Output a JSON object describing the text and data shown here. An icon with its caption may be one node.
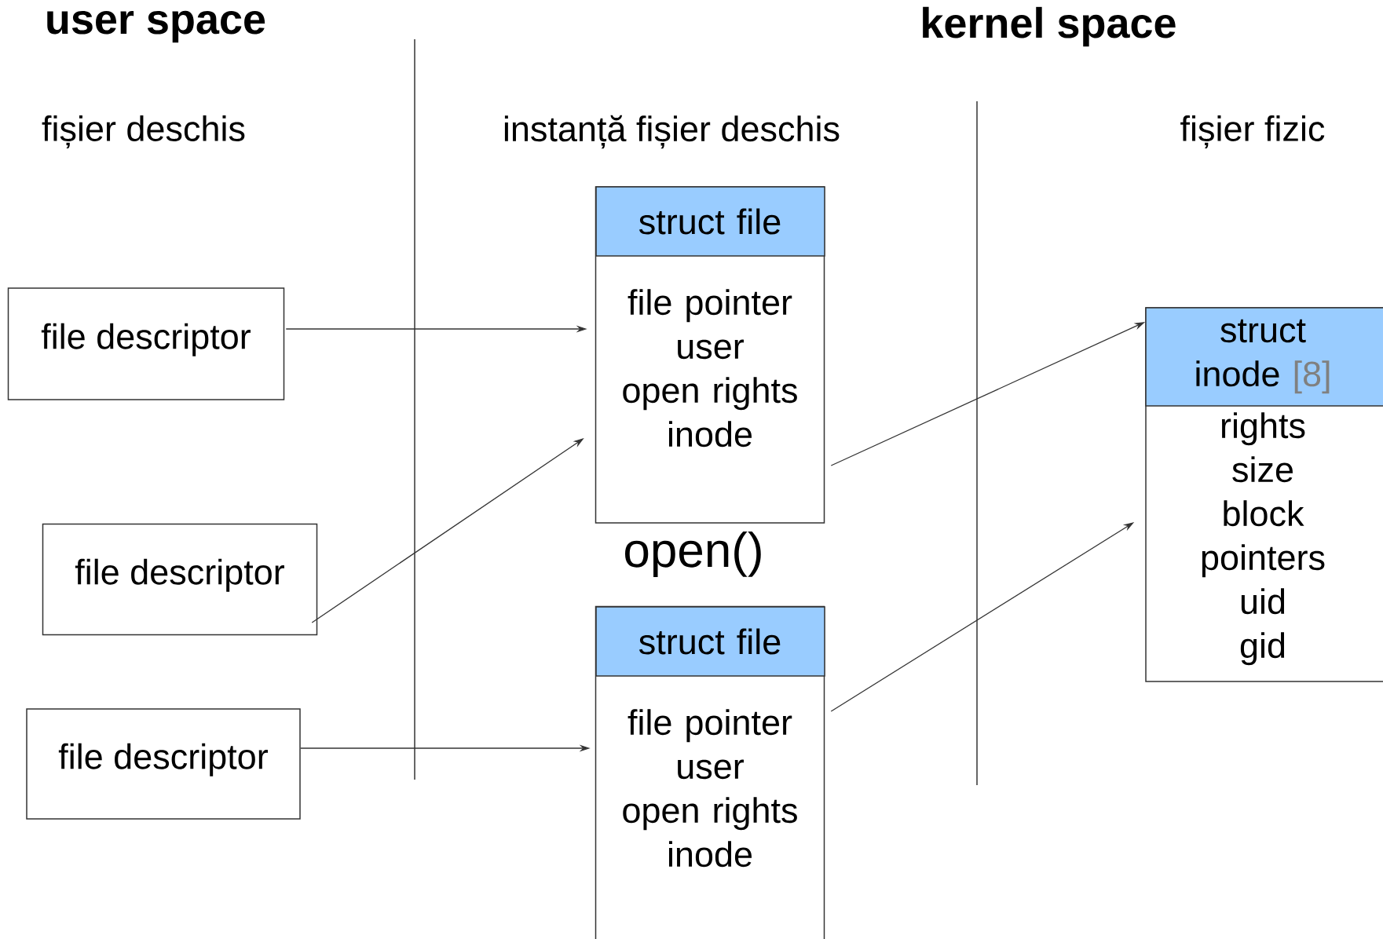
{
  "diagram": {
    "nodes": [
      {
        "text": [
          "file descriptor"
        ]
      },
      {
        "text": [
          "file descriptor"
        ]
      },
      {
        "text": [
          "file descriptor"
        ]
      },
      {
        "text": [
          "struct file",
          "file pointer",
          "user",
          "open rights",
          "inode"
        ]
      },
      {
        "text": [
          "struct file",
          "file pointer",
          "user",
          "open rights",
          "inode"
        ]
      },
      {
        "text": [
          "struct inode",
          "[8]",
          "rights",
          "size",
          "block pointers",
          "uid",
          "gid"
        ]
      }
    ],
    "edges": [
      {
        "from": 0,
        "to": 3,
        "arrow": "to"
      },
      {
        "from": 1,
        "to": 3,
        "arrow": "to"
      },
      {
        "from": 2,
        "to": 4,
        "arrow": "to"
      },
      {
        "from": 3,
        "to": 5,
        "arrow": "to"
      },
      {
        "from": 4,
        "to": 5,
        "arrow": "to"
      }
    ],
    "labels": [
      "user space",
      "kernel space",
      "fișier deschis",
      "instanță fișier deschis",
      "fișier fizic",
      "open()"
    ]
  }
}
